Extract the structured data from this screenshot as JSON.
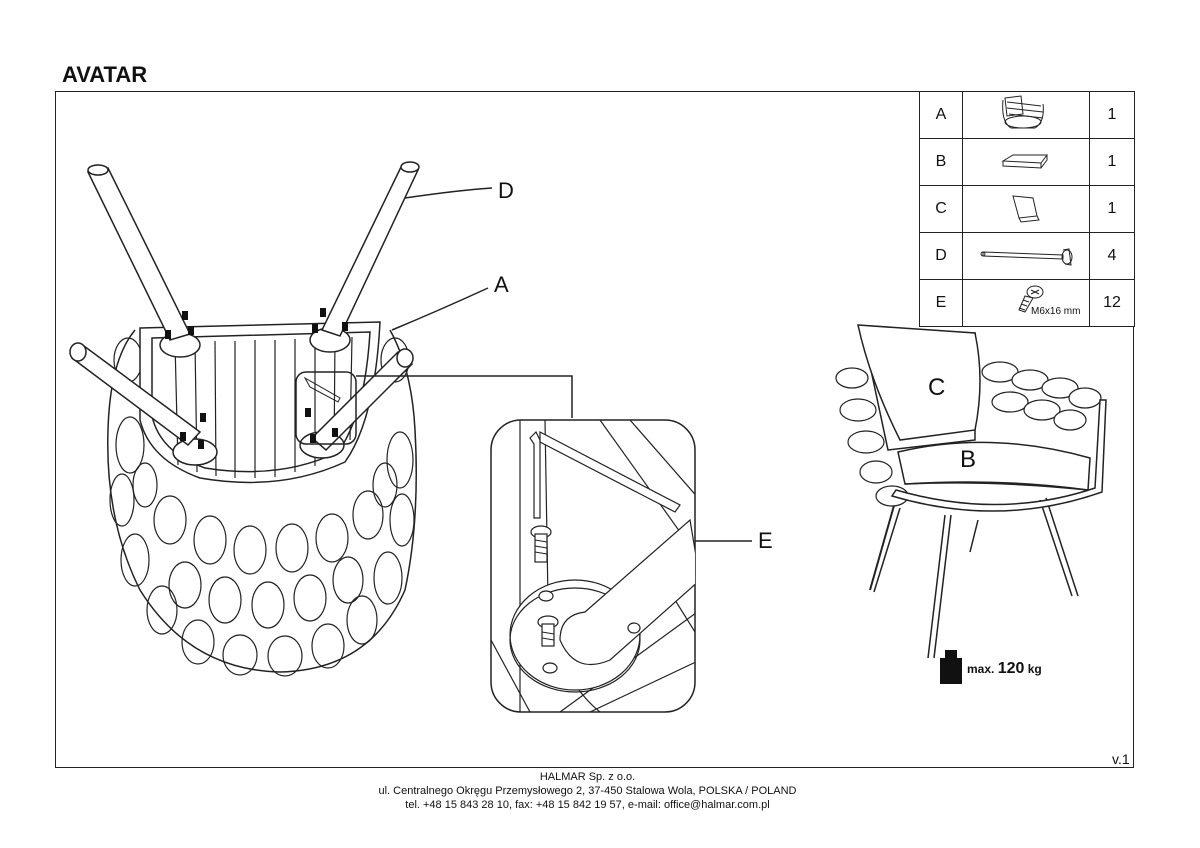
{
  "header": {
    "title": "AVATAR"
  },
  "parts": [
    {
      "letter": "A",
      "icon": "chair-frame-icon",
      "qty": "1"
    },
    {
      "letter": "B",
      "icon": "seat-cushion-icon",
      "qty": "1"
    },
    {
      "letter": "C",
      "icon": "back-pillow-icon",
      "qty": "1"
    },
    {
      "letter": "D",
      "icon": "leg-icon",
      "qty": "4"
    },
    {
      "letter": "E",
      "icon": "bolt-icon",
      "qty": "12",
      "spec": "M6x16 mm"
    }
  ],
  "callouts": {
    "d": "D",
    "a": "A",
    "e": "E",
    "c": "C",
    "b": "B"
  },
  "max_load": {
    "prefix": "max.",
    "value": "120",
    "unit": "kg"
  },
  "version": "v.1",
  "footer": {
    "line1": "HALMAR Sp. z o.o.",
    "line2": "ul. Centralnego Okręgu Przemysłowego 2, 37-450 Stalowa Wola, POLSKA / POLAND",
    "line3": "tel. +48 15 843 28 10, fax: +48 15 842 19 57, e-mail: office@halmar.com.pl"
  }
}
